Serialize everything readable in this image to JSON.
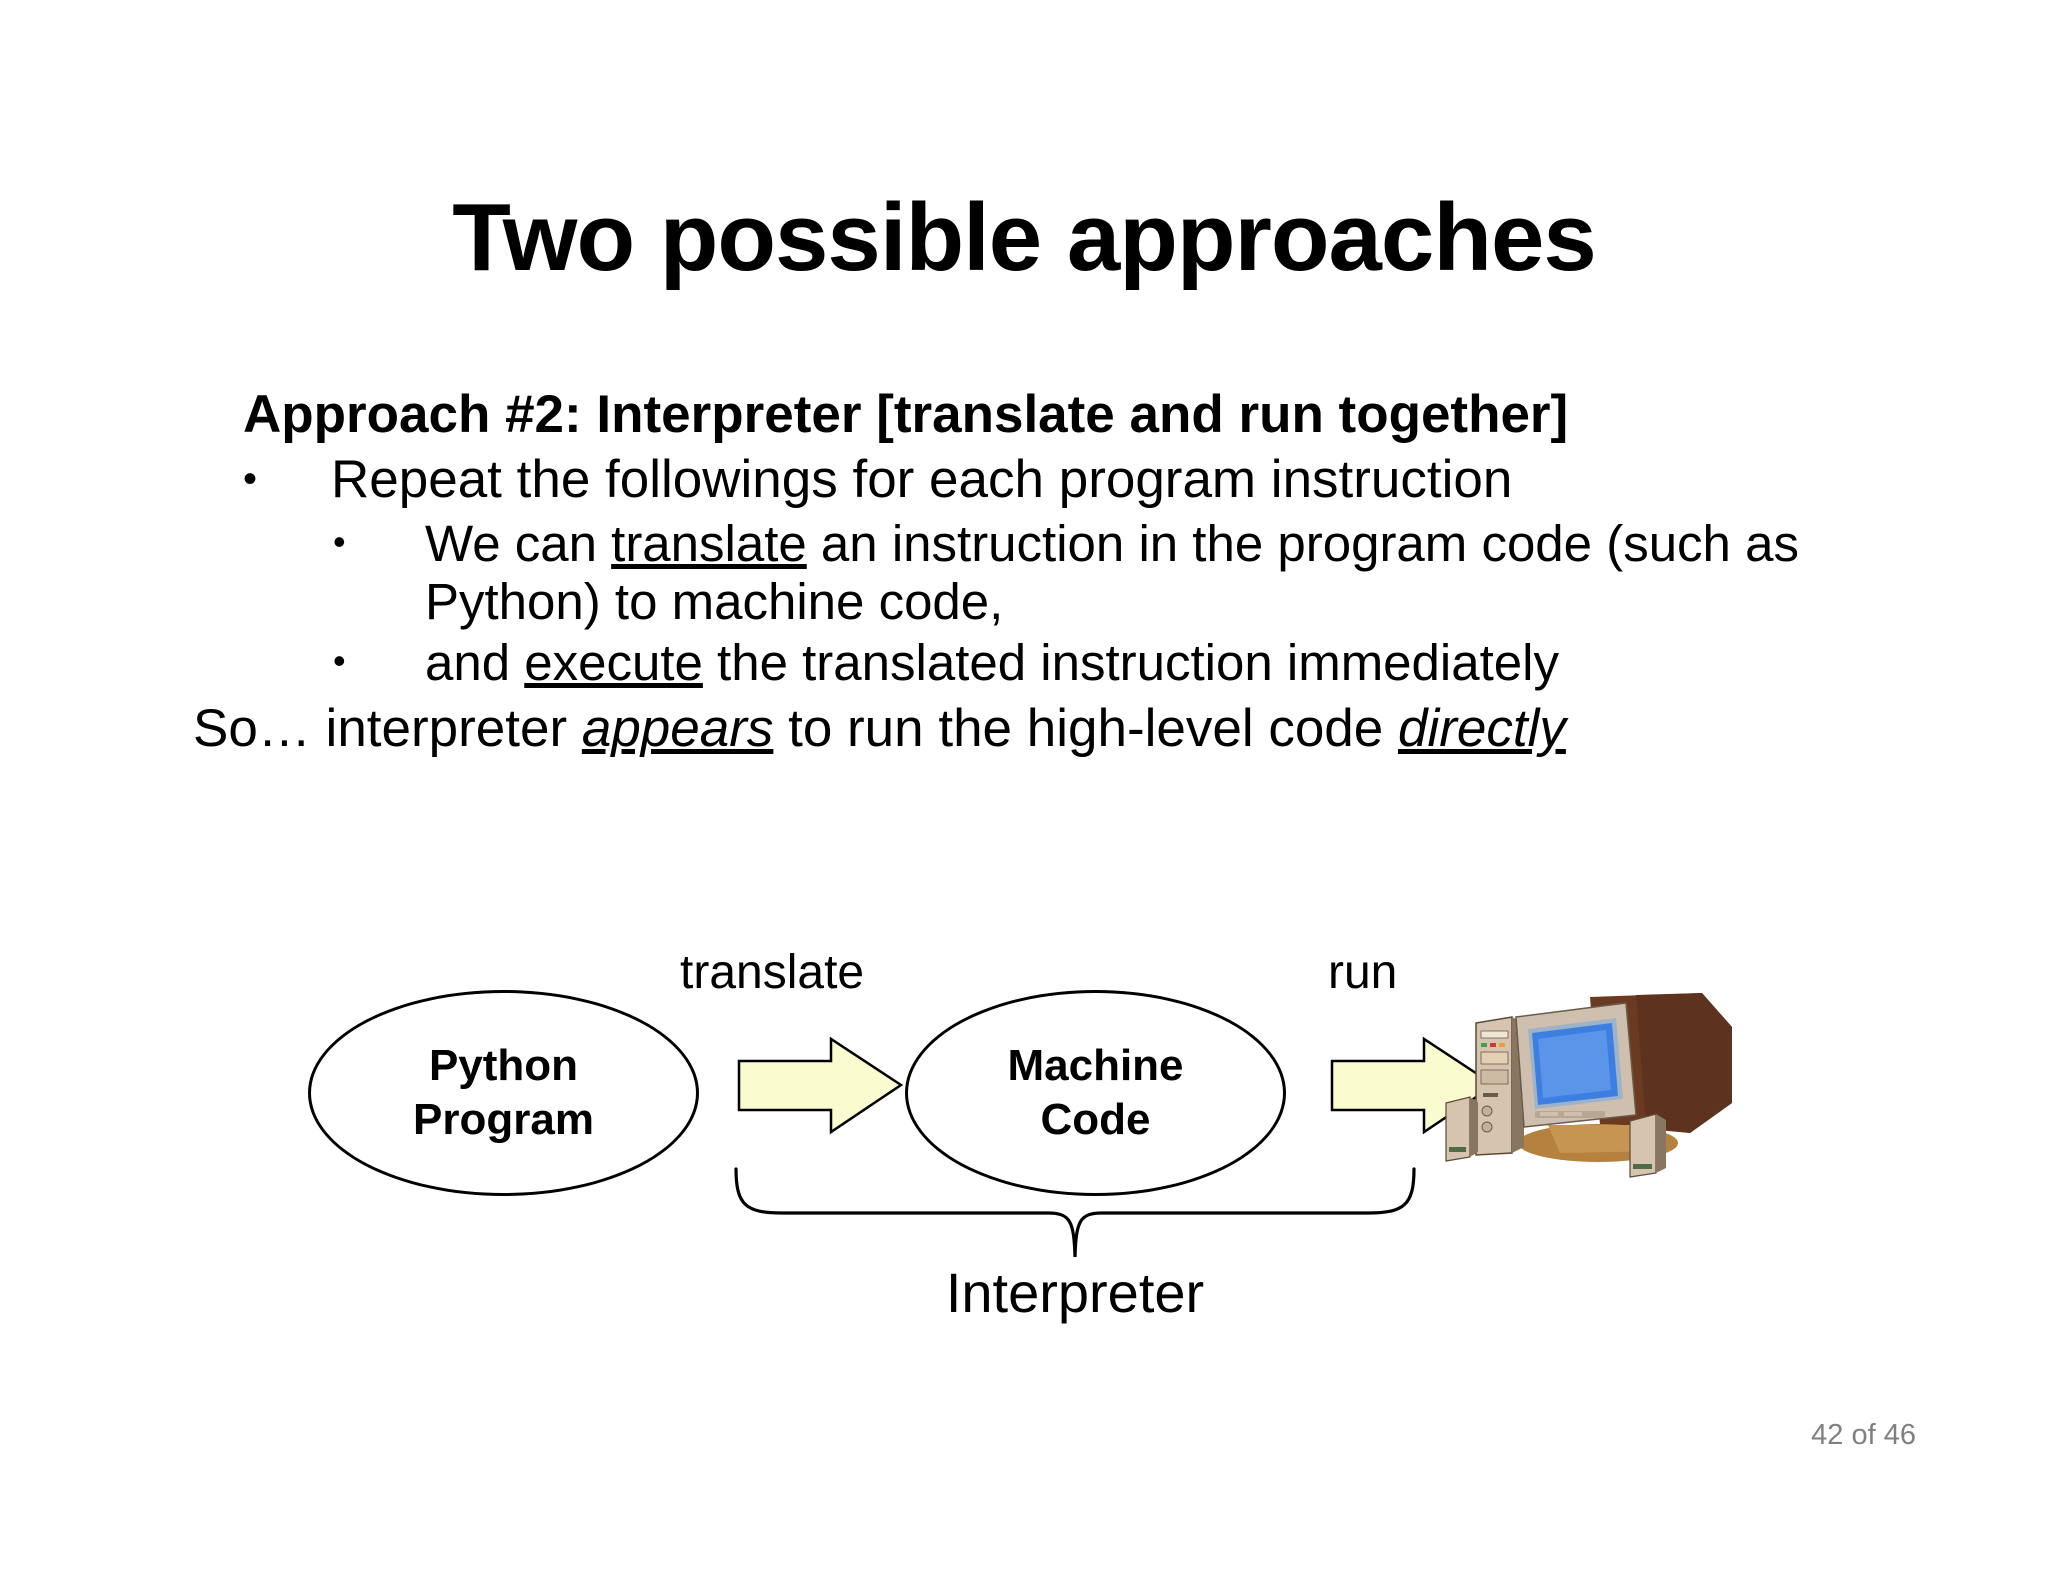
{
  "slide": {
    "title": "Two possible approaches",
    "approach_heading": "Approach #2: Interpreter [translate and run together]",
    "bullet_marker": "•",
    "bullets": [
      {
        "level": 1,
        "text": "Repeat the followings for each program instruction"
      },
      {
        "level": 2,
        "pre": "We can ",
        "underlined": "translate",
        "post": " an instruction in the program code (such as Python) to machine code,"
      },
      {
        "level": 2,
        "pre": "and ",
        "underlined": "execute",
        "post": " the translated instruction immediately"
      }
    ],
    "summary": {
      "pre": "So… interpreter ",
      "emph1": "appears",
      "mid": " to run the high-level code ",
      "emph2": "directly"
    },
    "page_number": "42 of 46"
  },
  "diagram": {
    "nodes": [
      {
        "id": "python-program",
        "line1": "Python",
        "line2": "Program"
      },
      {
        "id": "machine-code",
        "line1": "Machine",
        "line2": "Code"
      }
    ],
    "arrows": [
      {
        "id": "translate-arrow",
        "label": "translate"
      },
      {
        "id": "run-arrow",
        "label": "run"
      }
    ],
    "brace_label": "Interpreter",
    "computer_alt": "desktop-computer-clipart",
    "colors": {
      "arrow_fill": "#fbfbd0",
      "arrow_stroke": "#000000",
      "outline": "#000000",
      "page_number": "#808080",
      "monitor_screen": "#3d7fe0",
      "monitor_case": "#cfbfae",
      "monitor_back": "#6b3a21"
    }
  }
}
